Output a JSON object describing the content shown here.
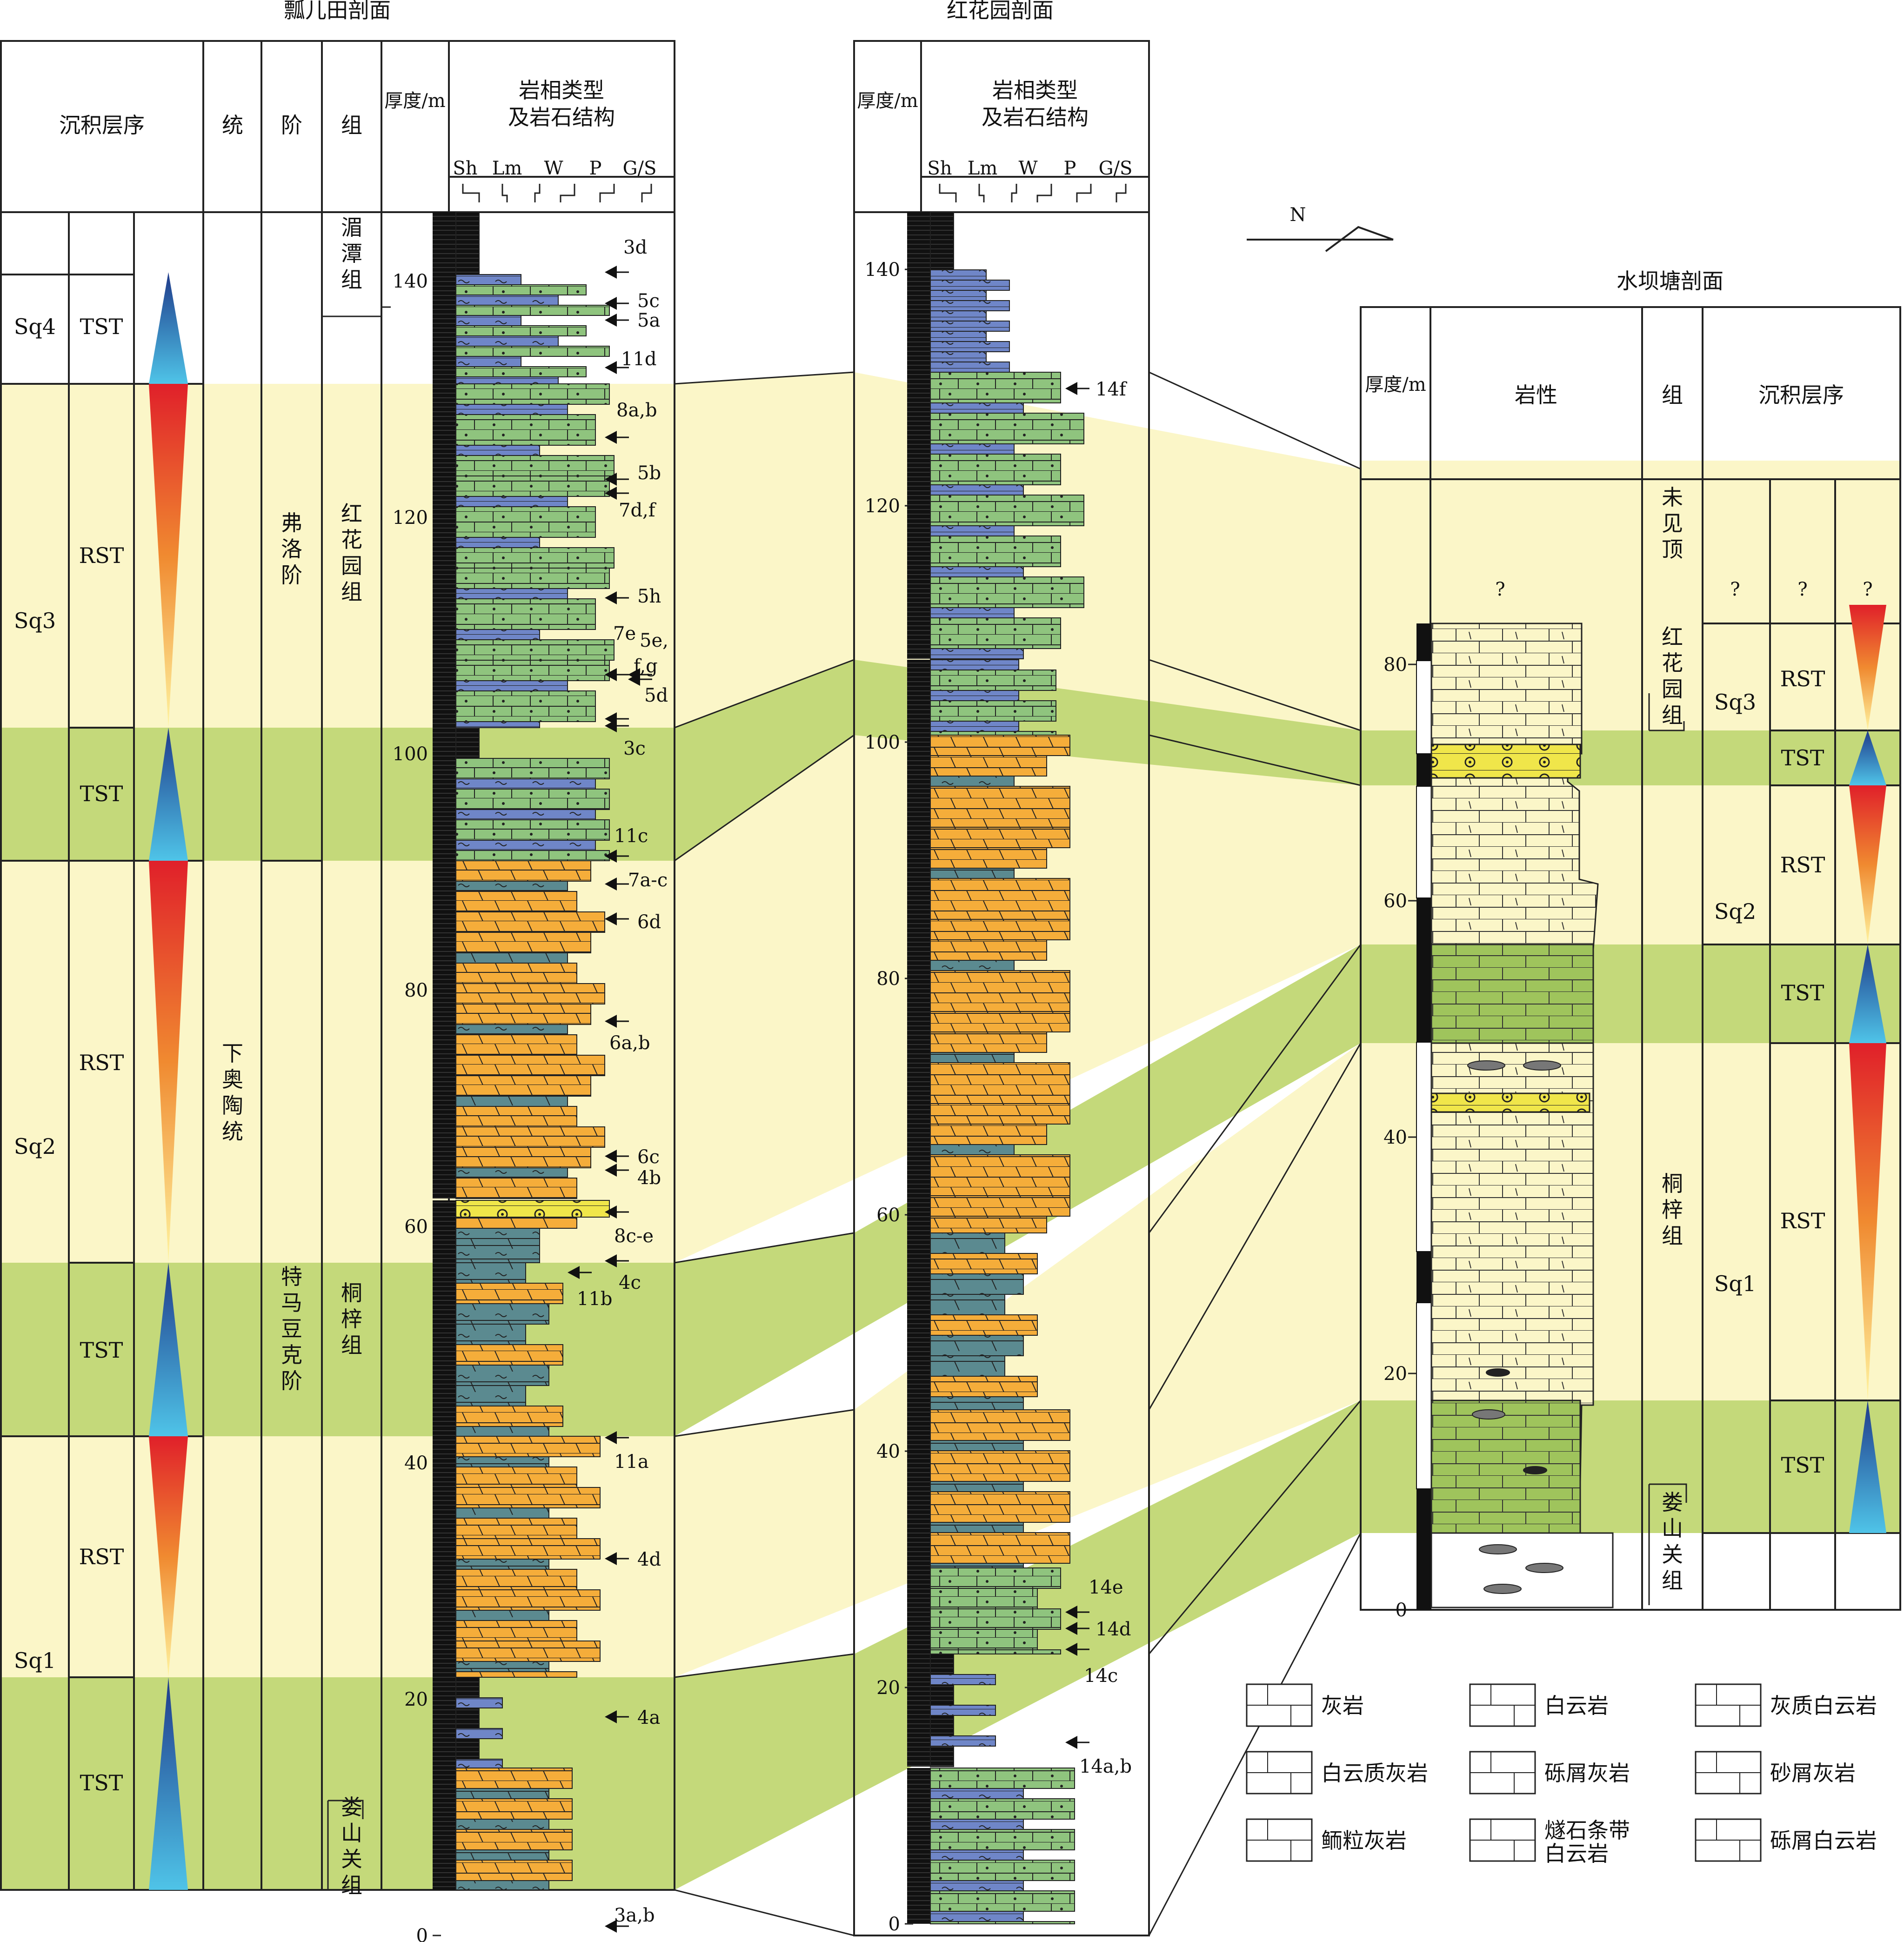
{
  "titles": {
    "piao": "瓢儿田剖面",
    "hong": "红花园剖面",
    "shui": "水坝塘剖面"
  },
  "headers": {
    "sequence": "沉积层序",
    "series": "统",
    "stage": "阶",
    "formation": "组",
    "thickness": "厚度/m",
    "facies_line1": "岩相类型",
    "facies_line2": "及岩石结构",
    "lithology": "岩性",
    "texture_codes": [
      "Sh",
      "Lm",
      "W",
      "P",
      "G/S"
    ]
  },
  "north_label": "N",
  "piao": {
    "series": "下奥陶统",
    "stage_upper": "弗洛阶",
    "stage_lower": "特马豆克阶",
    "formations": [
      "湄潭组",
      "红花园组",
      "桐梓组",
      "娄山关组"
    ],
    "sequences": [
      "Sq4",
      "Sq3",
      "Sq2",
      "Sq1"
    ],
    "systems_tracts": [
      "TST",
      "RST",
      "TST",
      "RST",
      "TST",
      "RST",
      "TST"
    ],
    "scale_ticks": [
      "140",
      "120",
      "100",
      "80",
      "60",
      "40",
      "20",
      "0"
    ],
    "samples": [
      "3d",
      "5c",
      "5a",
      "11d",
      "8a,b",
      "5b",
      "7d,f",
      "5h",
      "7e",
      "5e,",
      "f,g",
      "5d",
      "3c",
      "11c",
      "7a-c",
      "6d",
      "6a,b",
      "6c",
      "4b",
      "8c-e",
      "4c",
      "11b",
      "11a",
      "4d",
      "4a",
      "3a,b"
    ]
  },
  "hong": {
    "scale_ticks": [
      "140",
      "120",
      "100",
      "80",
      "60",
      "40",
      "20",
      "0"
    ],
    "samples": [
      "14f",
      "14e",
      "14d",
      "14c",
      "14a,b"
    ]
  },
  "shui": {
    "scale_ticks": [
      "80",
      "60",
      "40",
      "20",
      "0"
    ],
    "formations": [
      "未见顶",
      "红花园组",
      "桐梓组",
      "娄山关组"
    ],
    "sequences": [
      "Sq3",
      "Sq2",
      "Sq1"
    ],
    "systems_tracts": [
      "RST",
      "TST",
      "RST",
      "TST",
      "RST",
      "TST"
    ],
    "unknown_marks": [
      "?",
      "?",
      "?",
      "?"
    ]
  },
  "legend": [
    "灰岩",
    "白云岩",
    "灰质白云岩",
    "白云质灰岩",
    "砾屑灰岩",
    "砂屑灰岩",
    "鲕粒灰岩",
    "燧石条带",
    "白云岩",
    "砾屑白云岩"
  ],
  "colors": {
    "tst_band": "#c4d97a",
    "rst_band": "#fbf6c8",
    "dolomite": "#f5ad3a",
    "limestone_green": "#8fc47e",
    "limestone_blue": "#6f86c8",
    "teal": "#5b8a90",
    "oolite_yellow": "#f0e64a",
    "shale": "#111111"
  }
}
